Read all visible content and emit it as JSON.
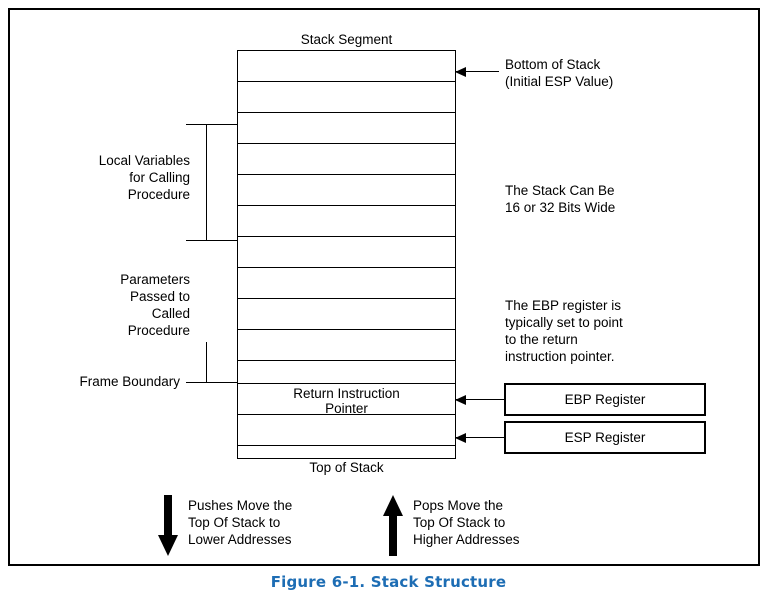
{
  "figure": {
    "caption": "Figure 6-1.  Stack Structure",
    "caption_color": "#1D6DB4",
    "line_color": "#000000",
    "background": "#FFFFFF"
  },
  "stack": {
    "title": "Stack Segment",
    "bottom_label": "Top of Stack",
    "cells": [
      {
        "label": ""
      },
      {
        "label": ""
      },
      {
        "label": ""
      },
      {
        "label": ""
      },
      {
        "label": ""
      },
      {
        "label": ""
      },
      {
        "label": ""
      },
      {
        "label": ""
      },
      {
        "label": ""
      },
      {
        "label": ""
      },
      {
        "label": "Return Instruction\nPointer"
      },
      {
        "label": ""
      },
      {
        "label": ""
      }
    ]
  },
  "left_labels": {
    "local_variables": "Local Variables\nfor Calling\nProcedure",
    "parameters": "Parameters\nPassed to\nCalled\nProcedure",
    "frame_boundary": "Frame Boundary"
  },
  "right_annotations": {
    "bottom_of_stack": "Bottom of Stack\n(Initial ESP Value)",
    "stack_width": "The Stack Can Be\n16 or 32 Bits Wide",
    "ebp_note": "The EBP register is\ntypically set to point\nto the return\ninstruction pointer."
  },
  "registers": [
    {
      "name": "EBP Register"
    },
    {
      "name": "ESP Register"
    }
  ],
  "legend": [
    {
      "icon": "arrow-down-icon",
      "direction": "down",
      "text": "Pushes Move the\nTop Of Stack to\nLower Addresses"
    },
    {
      "icon": "arrow-up-icon",
      "direction": "up",
      "text": "Pops Move the\nTop Of Stack to\nHigher Addresses"
    }
  ]
}
